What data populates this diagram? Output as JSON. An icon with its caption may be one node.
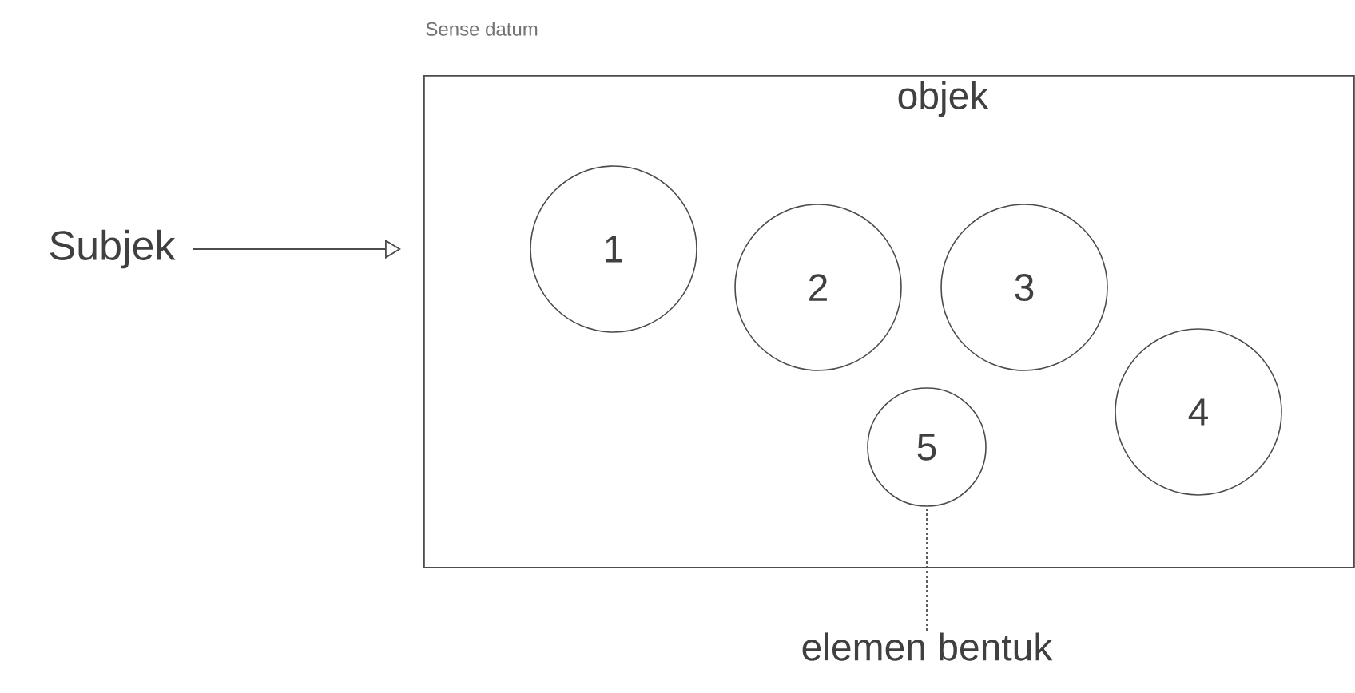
{
  "diagram": {
    "nodes": [
      {
        "text": [
          "Subjek"
        ]
      },
      {
        "text": [
          "Sense datum",
          "objek"
        ]
      },
      {
        "text": [
          "1"
        ],
        "in": 1
      },
      {
        "text": [
          "2"
        ],
        "in": 1
      },
      {
        "text": [
          "3"
        ],
        "in": 1
      },
      {
        "text": [
          "4"
        ],
        "in": 1
      },
      {
        "text": [
          "5"
        ],
        "in": 1
      },
      {
        "text": [
          "elemen bentuk"
        ]
      }
    ],
    "edges": [
      {
        "from": 0,
        "to": 1,
        "arrow": "to"
      },
      {
        "from": 7,
        "to": 6,
        "arrow": "none",
        "style": "dashed"
      }
    ]
  }
}
